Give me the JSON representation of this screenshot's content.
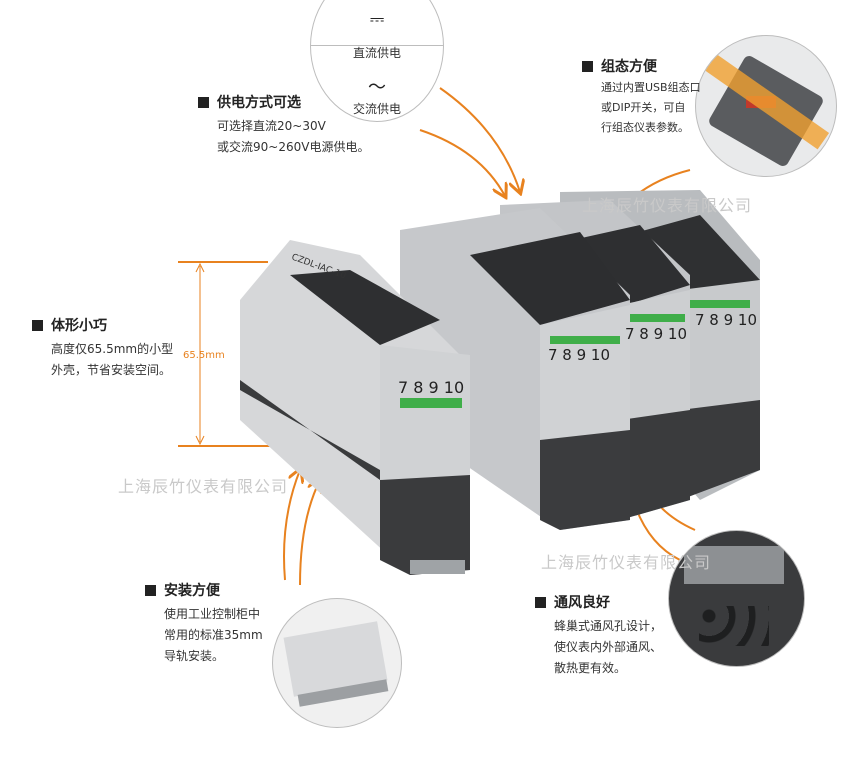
{
  "watermark": "上海辰竹仪表有限公司",
  "power_circle": {
    "dc_label": "直流供电",
    "ac_label": "交流供电",
    "dc_symbol": "⎓",
    "ac_symbol": "～"
  },
  "features": {
    "power": {
      "title": "供电方式可选",
      "lines": [
        "可选择直流20~30V",
        "或交流90~260V电源供电。"
      ]
    },
    "config": {
      "title": "组态方便",
      "lines": [
        "通过内置USB组态口",
        "或DIP开关，可自",
        "行组态仪表参数。"
      ]
    },
    "size": {
      "title": "体形小巧",
      "lines": [
        "高度仅65.5mm的小型",
        "外壳，节省安装空间。"
      ]
    },
    "install": {
      "title": "安装方便",
      "lines": [
        "使用工业控制柜中",
        "常用的标准35mm",
        "导轨安装。"
      ]
    },
    "vent": {
      "title": "通风良好",
      "lines": [
        "蜂巢式通风孔设计，",
        "使仪表内外部通风、",
        "散热更有效。"
      ]
    }
  },
  "dimension_label": "65.5mm",
  "device": {
    "model": "CZDL-IAC-10",
    "terminals": "7 8 9 10"
  },
  "colors": {
    "accent": "#e8821f",
    "housing": "#c8cacc",
    "dark": "#3a3b3d",
    "terminal_green": "#3fae49"
  }
}
